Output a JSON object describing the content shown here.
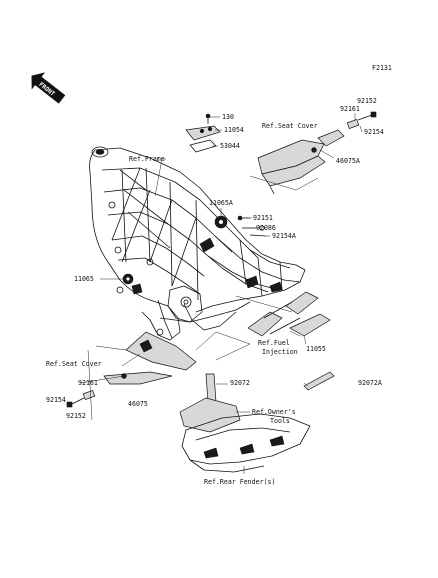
{
  "diagram_code": "F2131",
  "front_badge": "FRONT",
  "labels": {
    "p130": "130",
    "p11054": "11054",
    "p53044": "53044",
    "ref_frame": "Ref.Frame",
    "ref_seat_cover_top": "Ref.Seat Cover",
    "p92152_top": "92152",
    "p92161_top": "92161",
    "p92154_top": "92154",
    "p46075A": "46075A",
    "p11065A": "11065A",
    "p92151": "92151",
    "p92086": "92086",
    "p92154A": "92154A",
    "p11065": "11065",
    "ref_fuel_1": "Ref.Fuel",
    "ref_fuel_2": "Injection",
    "p11055": "11055",
    "ref_seat_cover_bottom": "Ref.Seat Cover",
    "p92161_bottom": "92161",
    "p46075": "46075",
    "p92154_bottom": "92154",
    "p92152_bottom": "92152",
    "p92072": "92072",
    "p92072A": "92072A",
    "ref_owners_1": "Ref.Owner's",
    "ref_owners_2": "Tools",
    "ref_rear_fender": "Ref.Rear Fender(s)"
  }
}
